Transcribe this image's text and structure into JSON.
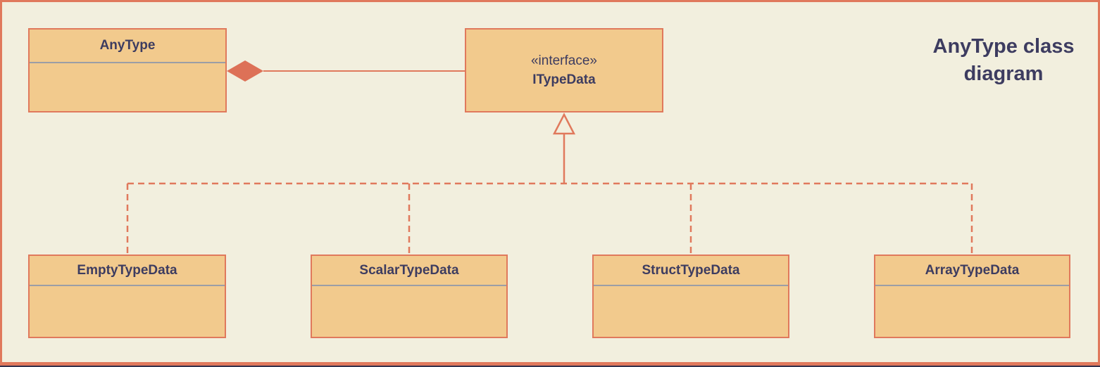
{
  "diagram": {
    "title": "AnyType class diagram",
    "classes": [
      {
        "name": "AnyType"
      },
      {
        "stereotype": "«interface»",
        "name": "ITypeData"
      },
      {
        "name": "EmptyTypeData"
      },
      {
        "name": "ScalarTypeData"
      },
      {
        "name": "StructTypeData"
      },
      {
        "name": "ArrayTypeData"
      }
    ],
    "relationships": [
      {
        "type": "composition",
        "from": "AnyType",
        "to": "ITypeData"
      },
      {
        "type": "realization",
        "from": "EmptyTypeData",
        "to": "ITypeData"
      },
      {
        "type": "realization",
        "from": "ScalarTypeData",
        "to": "ITypeData"
      },
      {
        "type": "realization",
        "from": "StructTypeData",
        "to": "ITypeData"
      },
      {
        "type": "realization",
        "from": "ArrayTypeData",
        "to": "ITypeData"
      }
    ],
    "colors": {
      "background": "#f2efde",
      "box_fill": "#f2ca8d",
      "box_border": "#e0795c",
      "connector": "#e0795c",
      "diamond_fill": "#dd7157",
      "text": "#3d3c60",
      "divider": "#9b9ea6",
      "frame": "#e0795c",
      "bottom_line": "#34334f"
    }
  }
}
